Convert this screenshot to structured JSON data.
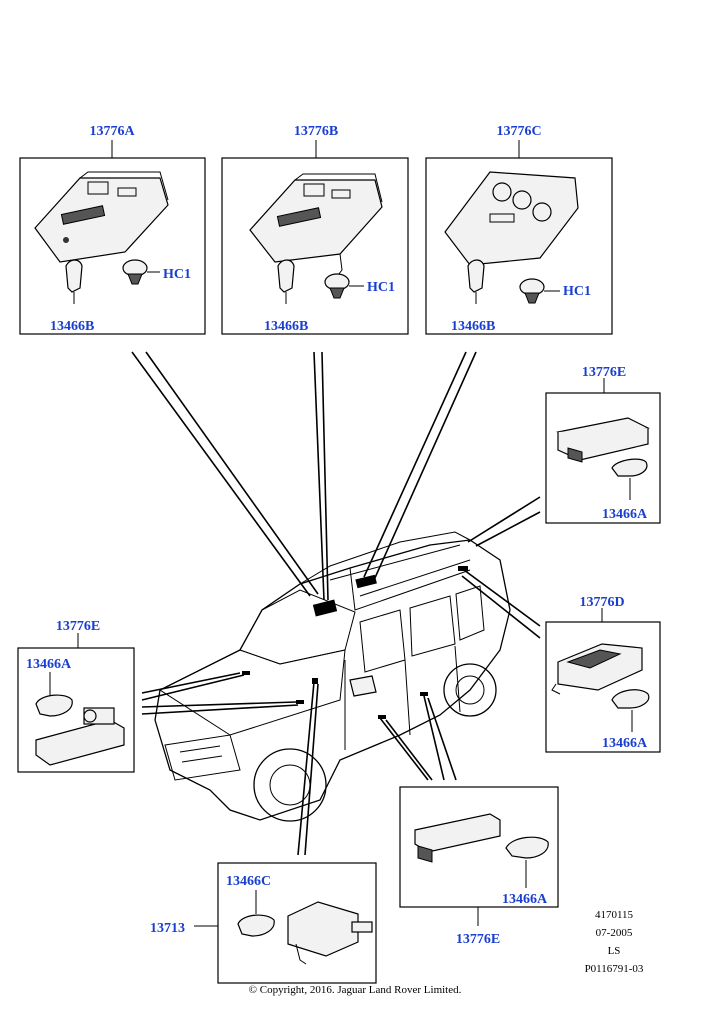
{
  "callouts": {
    "box_a_title": "13776A",
    "box_a_bulb": "13466B",
    "box_a_hc": "HC1",
    "box_b_title": "13776B",
    "box_b_bulb": "13466B",
    "box_b_hc": "HC1",
    "box_c_title": "13776C",
    "box_c_bulb": "13466B",
    "box_c_hc": "HC1",
    "right_top_title": "13776E",
    "right_top_bulb": "13466A",
    "right_mid_title": "13776D",
    "right_mid_bulb": "13466A",
    "left_title": "13776E",
    "left_bulb": "13466A",
    "bottom_right_bulb": "13466A",
    "bottom_right_title": "13776E",
    "bottom_left_bulb": "13466C",
    "bottom_left_title": "13713"
  },
  "meta": {
    "line1": "4170115",
    "line2": "07-2005",
    "line3": "LS",
    "line4": "P0116791-03"
  },
  "copyright": "© Copyright, 2016. Jaguar Land Rover Limited."
}
